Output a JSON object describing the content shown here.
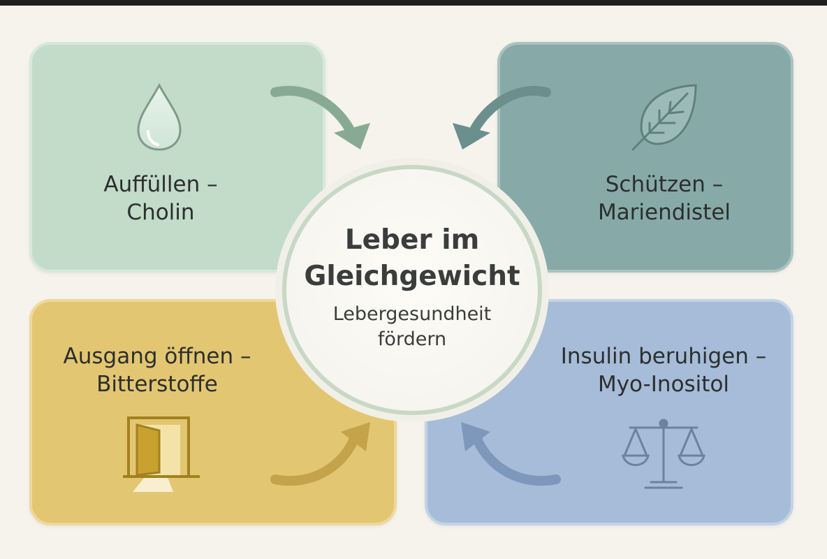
{
  "center": {
    "title_line1": "Leber im",
    "title_line2": "Gleichgewicht",
    "subtitle_line1": "Lebergesundheit",
    "subtitle_line2": "fördern"
  },
  "cards": {
    "top_left": {
      "line1": "Auffüllen –",
      "line2": "Cholin",
      "icon": "water-drop-icon",
      "color": "#c3dbc9"
    },
    "top_right": {
      "line1": "Schützen –",
      "line2": "Mariendistel",
      "icon": "leaf-icon",
      "color": "#87aaa8"
    },
    "bottom_left": {
      "line1": "Ausgang öffnen –",
      "line2": "Bitterstoffe",
      "icon": "open-door-icon",
      "color": "#e3c671"
    },
    "bottom_right": {
      "line1": "Insulin beruhigen –",
      "line2": "Myo-Inositol",
      "icon": "balance-scale-icon",
      "color": "#a6bcd8"
    }
  }
}
